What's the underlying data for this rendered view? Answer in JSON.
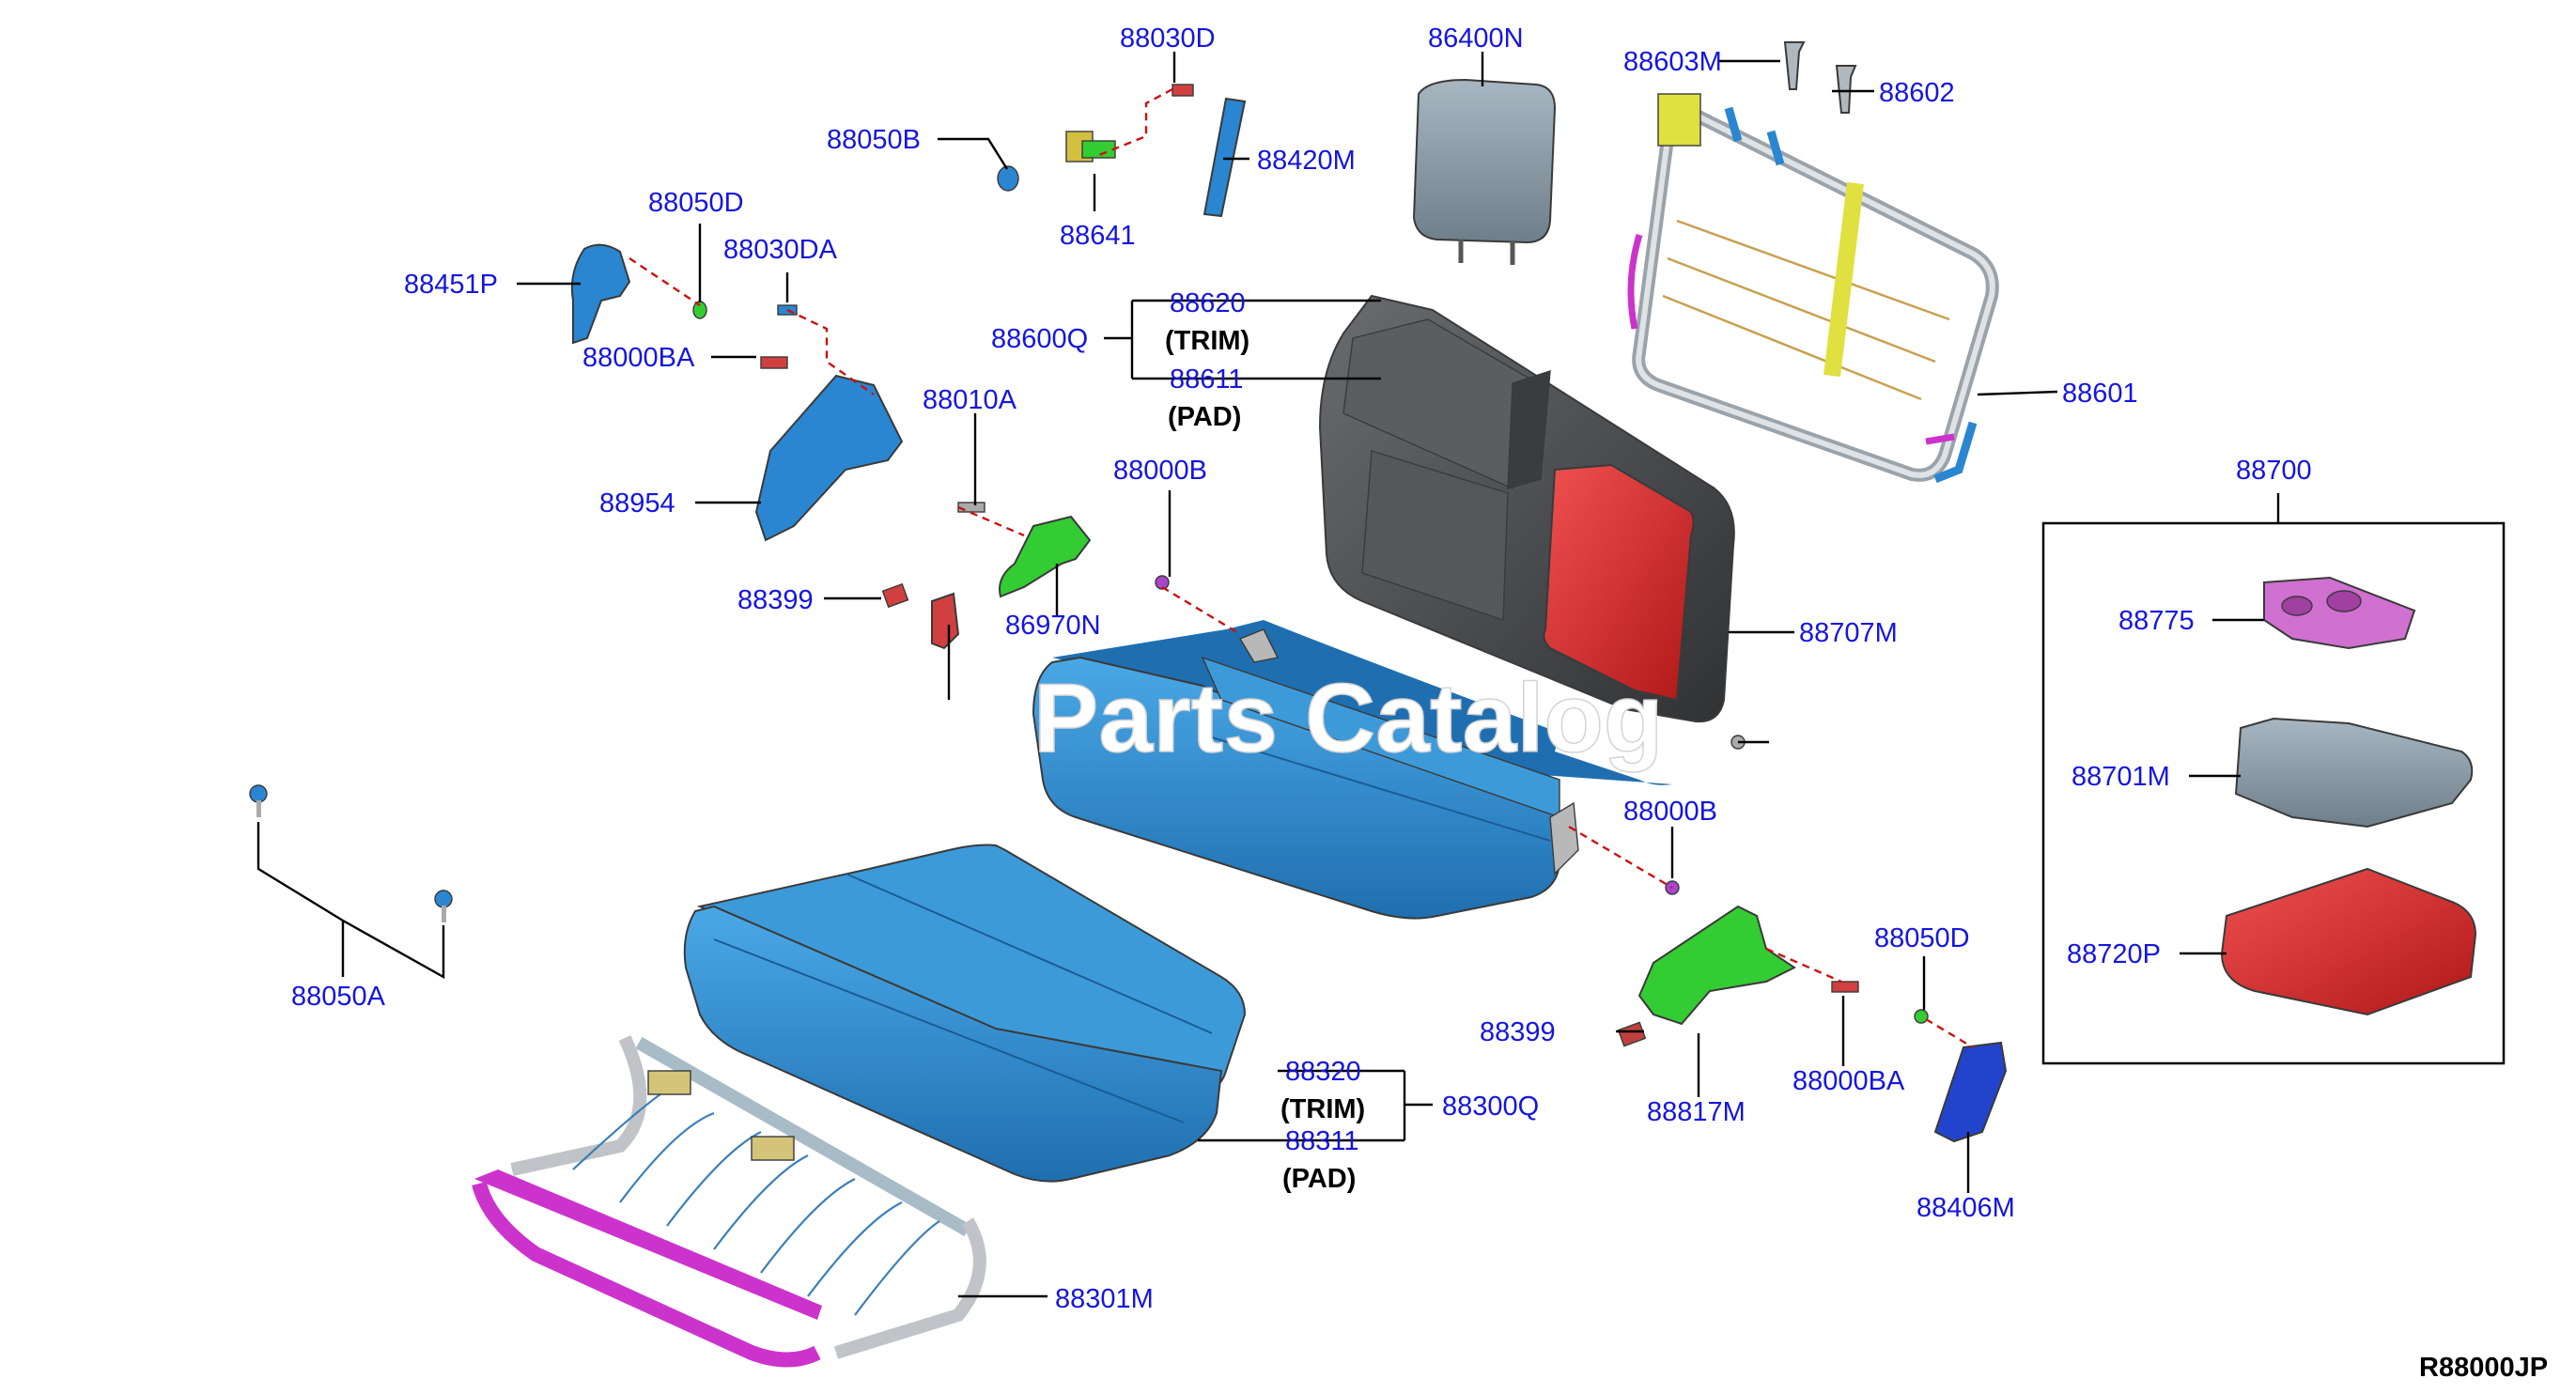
{
  "diagram": {
    "ref_code": "R88000JP",
    "watermark": "Parts Catalog",
    "labels": {
      "p88030D": "88030D",
      "p86400N": "86400N",
      "p88603M": "88603M",
      "p88602": "88602",
      "p88050B": "88050B",
      "p88420M": "88420M",
      "p88641": "88641",
      "p88050D_top": "88050D",
      "p88030DA": "88030DA",
      "p88451P": "88451P",
      "p88000BA_top": "88000BA",
      "p88620": "88620",
      "p88600Q": "88600Q",
      "p88611": "88611",
      "p88010A": "88010A",
      "p88954": "88954",
      "p88000B_top": "88000B",
      "p88601": "88601",
      "p88399_top": "88399",
      "p86970N": "86970N",
      "p88707M": "88707M",
      "p88700": "88700",
      "p88775": "88775",
      "p88701M": "88701M",
      "p88720P": "88720P",
      "p88000B_mid": "88000B",
      "p88050A": "88050A",
      "p88050D_bot": "88050D",
      "p88399_bot": "88399",
      "p88000BA_bot": "88000BA",
      "p88817M": "88817M",
      "p88406M": "88406M",
      "p88320": "88320",
      "p88300Q": "88300Q",
      "p88311": "88311",
      "p88301M": "88301M"
    },
    "notes": {
      "trim_top": "(TRIM)",
      "pad_top": "(PAD)",
      "trim_bot": "(TRIM)",
      "pad_bot": "(PAD)"
    },
    "colors": {
      "label_blue": "#1515e0",
      "seat_blue": "#2e8fd0",
      "backrest_dark": "#4a4d50",
      "armrest_red": "#d83030",
      "frame_magenta": "#cc33cc",
      "bracket_green": "#33cc33",
      "headrest_grey": "#8a9aa6"
    }
  }
}
